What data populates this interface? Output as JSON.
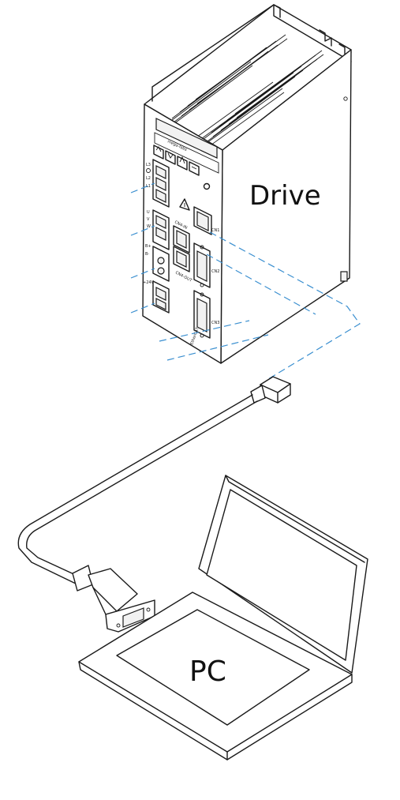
{
  "diagram": {
    "drive_label": "Drive",
    "pc_label": "PC",
    "brand_text": "mega-fabs",
    "port_labels": {
      "l1": "L3",
      "l2": "L2",
      "l3": "L1",
      "u": "U",
      "v": "V",
      "w": "W",
      "b1": "B+",
      "b2": "B-",
      "cn1": "CN1",
      "cn2": "CN2",
      "cn3": "CN3",
      "cn4_in": "CN4-IN",
      "cn4_out": "CN4-OUT",
      "v24": "+24V",
      "ethercat": "EtherCAT"
    },
    "colors": {
      "line": "#1a1a1a",
      "dashed_lead": "#3a8fd0",
      "background": "#ffffff"
    }
  }
}
